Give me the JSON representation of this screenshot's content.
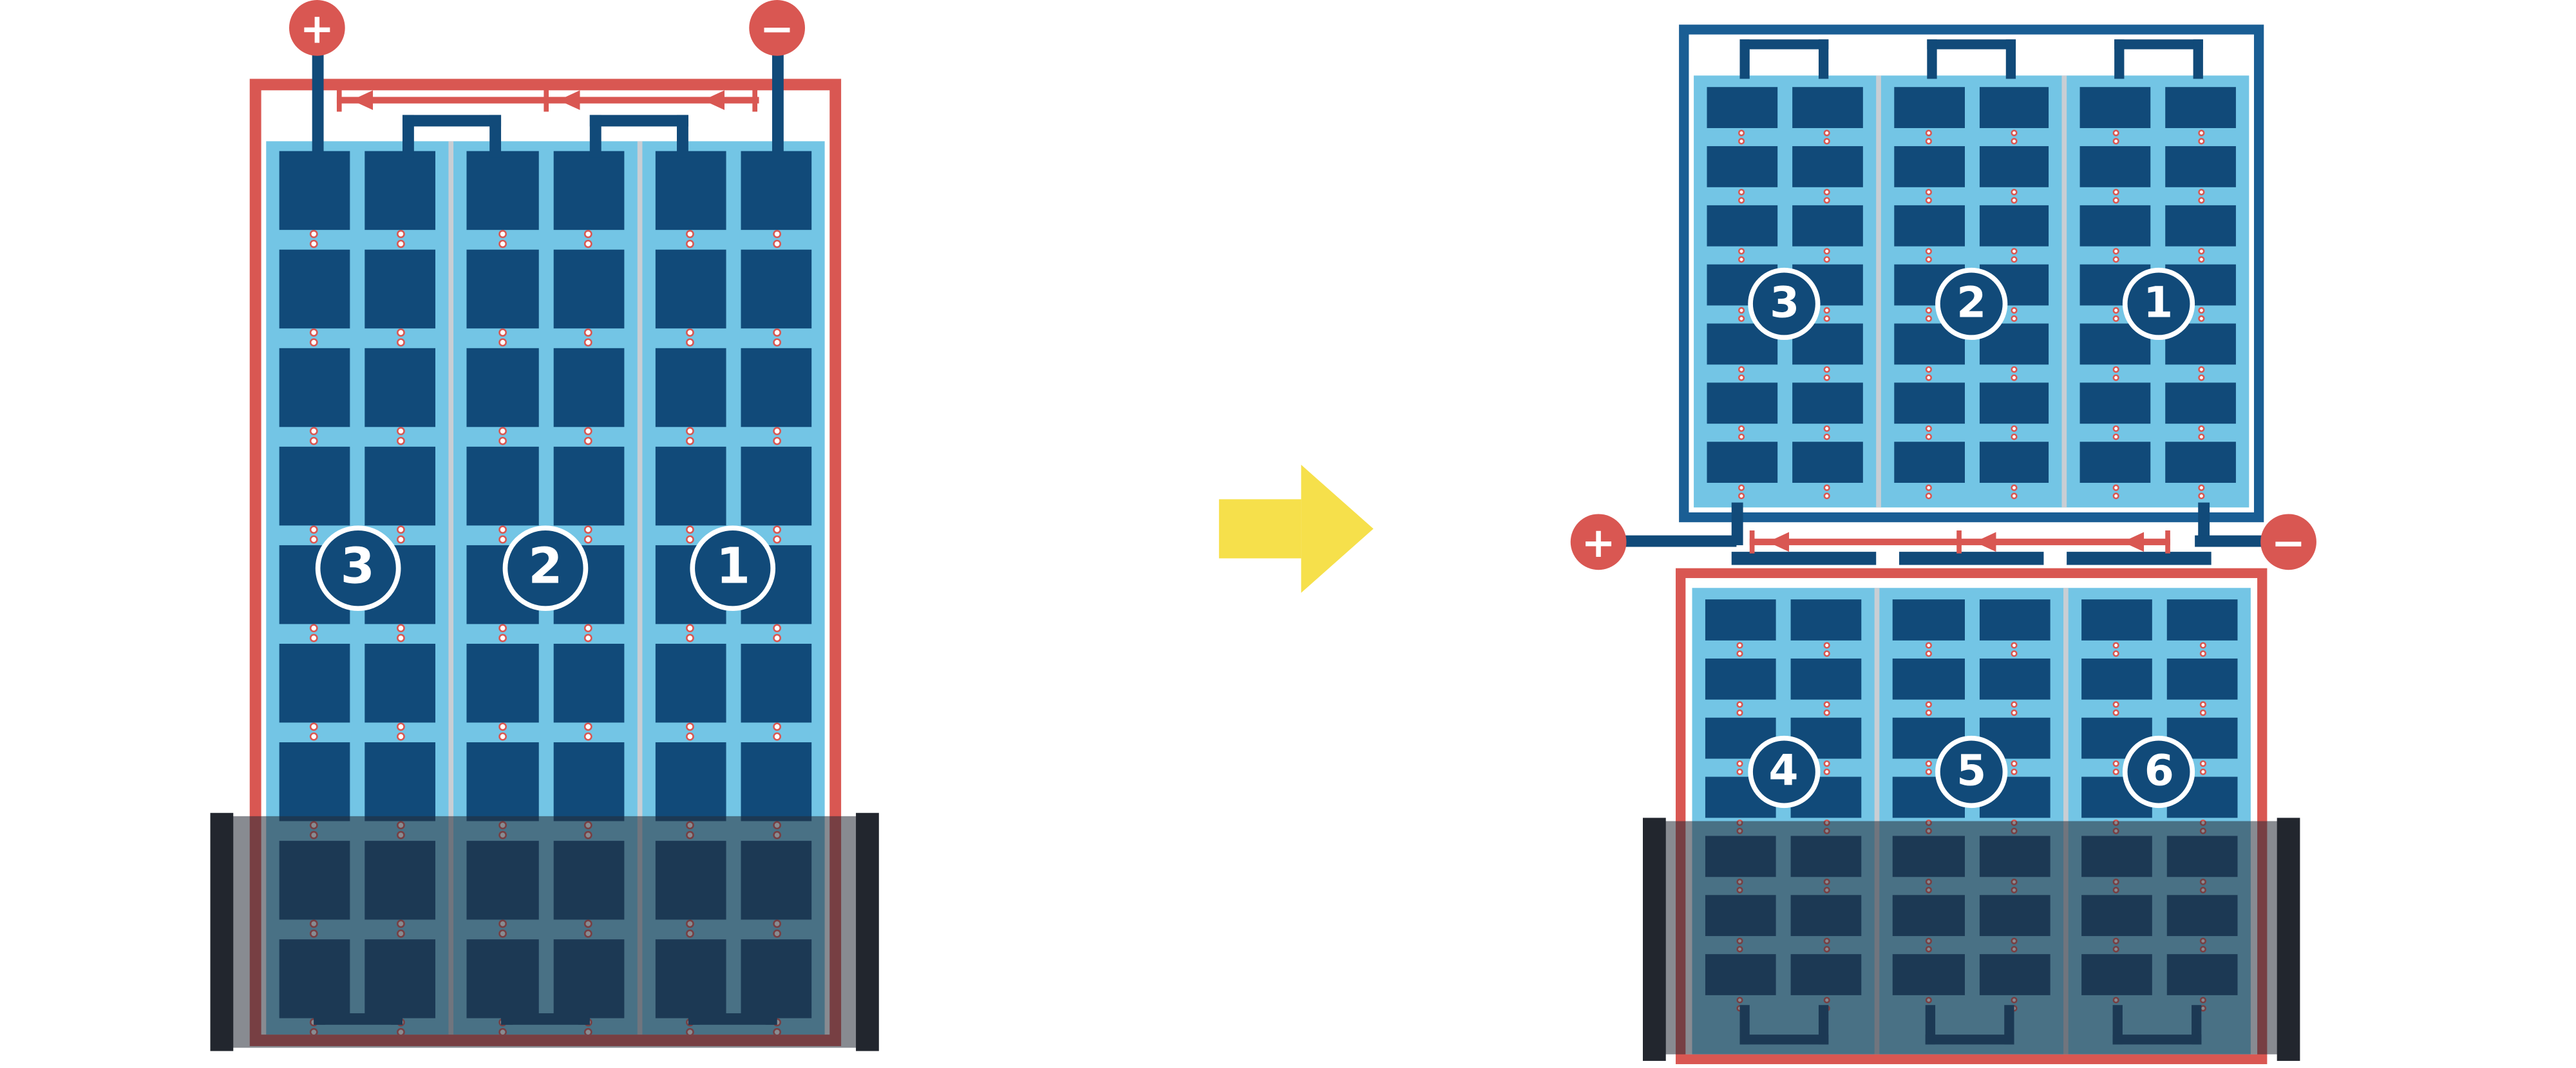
{
  "colors": {
    "red": "#D95752",
    "navy": "#114A79",
    "frame_navy": "#1A5E94",
    "sky": "#73C5E5",
    "divider": "#C9CED4",
    "rail": "#22262E",
    "shade": "rgba(38,44,54,0.55)",
    "yellow": "#F6E04B",
    "dot": "#FFFFFF"
  },
  "grid": {
    "left_rows": 9,
    "right_rows": 7
  },
  "left_panel": {
    "terminals": {
      "positive": "+",
      "negative": "−"
    },
    "strings": [
      {
        "label": "3"
      },
      {
        "label": "2"
      },
      {
        "label": "1"
      }
    ]
  },
  "right_panels": {
    "terminals": {
      "positive": "+",
      "negative": "−"
    },
    "top": {
      "strings": [
        {
          "label": "3"
        },
        {
          "label": "2"
        },
        {
          "label": "1"
        }
      ]
    },
    "bottom": {
      "strings": [
        {
          "label": "4"
        },
        {
          "label": "5"
        },
        {
          "label": "6"
        }
      ]
    }
  }
}
